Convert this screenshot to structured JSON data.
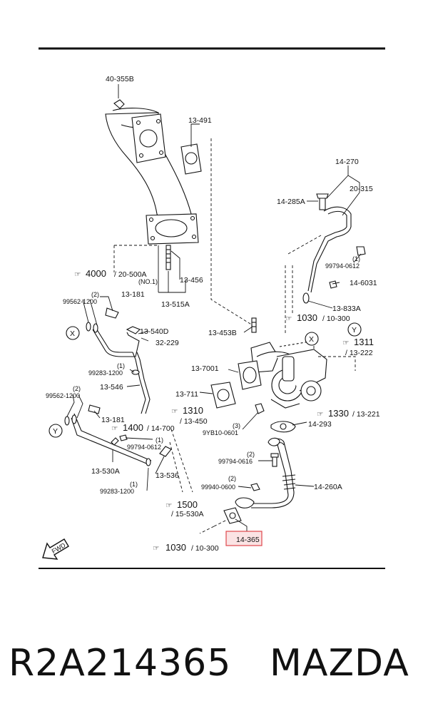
{
  "diagram": {
    "part_labels": {
      "p40_355B": "40-355B",
      "p13_491": "13-491",
      "p14_270": "14-270",
      "p20_315": "20-315",
      "p14_285A": "14-285A",
      "p13_456": "13-456",
      "p13_515A": "13-515A",
      "p99794_0612a": "99794-0612",
      "p14_6031": "14-6031",
      "p99562_1200a": "99562-1200",
      "p13_181a": "13-181",
      "p13_833A": "13-833A",
      "p13_453B": "13-453B",
      "p13_540D": "13-540D",
      "p32_229": "32-229",
      "p99283_1200a": "99283-1200",
      "p13_546": "13-546",
      "p13_7001": "13-7001",
      "p13_711": "13-711",
      "p99562_1200b": "99562-1200",
      "p13_181b": "13-181",
      "p99794_0612b": "99794-0612",
      "p9YB10_0601": "9YB10-0601",
      "p14_293": "14-293",
      "p13_530A": "13-530A",
      "p99794_0616": "99794-0616",
      "p13_536": "13-536",
      "p99940_0600": "99940-0600",
      "p14_260A": "14-260A",
      "p99283_1200b": "99283-1200",
      "p14_365": "14-365"
    },
    "qty": {
      "q1a": "(1)",
      "q2a": "(2)",
      "q1b": "(1)",
      "q2b": "(2)",
      "q1c": "(1)",
      "q3": "(3)",
      "q2c": "(2)",
      "q2d": "(2)",
      "q1d": "(1)"
    },
    "refs": {
      "r4000": {
        "num": "4000",
        "sub": "/ 20-500A",
        "note": "(NO.1)"
      },
      "r1030a": {
        "num": "1030",
        "sub": "/ 10-300"
      },
      "r1311": {
        "num": "1311",
        "sub": "/ 13-222"
      },
      "r1310": {
        "num": "1310",
        "sub": "/ 13-450"
      },
      "r1400": {
        "num": "1400",
        "sub": "/ 14-700"
      },
      "r1330": {
        "num": "1330",
        "sub": "/ 13-221"
      },
      "r1500": {
        "num": "1500",
        "sub": "/ 15-530A"
      },
      "r1030b": {
        "num": "1030",
        "sub": "/ 10-300"
      }
    },
    "markers": {
      "x": "X",
      "y": "Y"
    },
    "fwd": "FWD",
    "highlight_color": "#e0474c"
  },
  "footer": {
    "part_number": "R2A214365",
    "brand": "MAZDA"
  }
}
